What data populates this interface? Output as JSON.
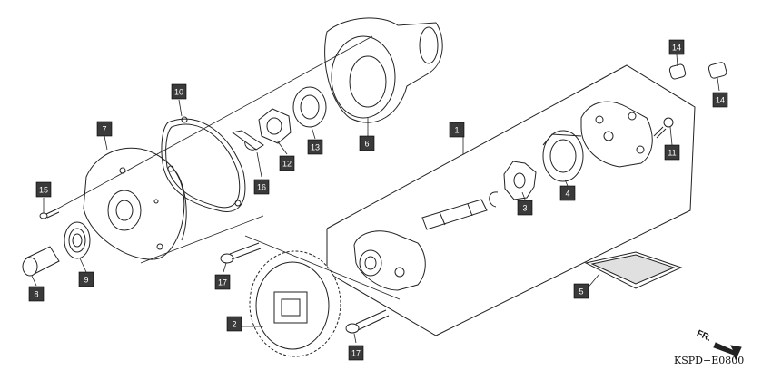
{
  "diagram": {
    "code": "KSPD−E0800",
    "direction_label": "FR.",
    "callouts": [
      {
        "id": "c1",
        "number": "1"
      },
      {
        "id": "c2",
        "number": "2"
      },
      {
        "id": "c3",
        "number": "3"
      },
      {
        "id": "c4",
        "number": "4"
      },
      {
        "id": "c5",
        "number": "5"
      },
      {
        "id": "c6",
        "number": "6"
      },
      {
        "id": "c7",
        "number": "7"
      },
      {
        "id": "c8",
        "number": "8"
      },
      {
        "id": "c9",
        "number": "9"
      },
      {
        "id": "c10",
        "number": "10"
      },
      {
        "id": "c11",
        "number": "11"
      },
      {
        "id": "c12",
        "number": "12"
      },
      {
        "id": "c13",
        "number": "13"
      },
      {
        "id": "c14a",
        "number": "14"
      },
      {
        "id": "c14b",
        "number": "14"
      },
      {
        "id": "c15",
        "number": "15"
      },
      {
        "id": "c16",
        "number": "16"
      },
      {
        "id": "c17a",
        "number": "17"
      },
      {
        "id": "c17b",
        "number": "17"
      }
    ]
  },
  "colors": {
    "line": "#222222",
    "callout_box": "#3a3a3a",
    "callout_text": "#ffffff",
    "background": "#ffffff"
  }
}
